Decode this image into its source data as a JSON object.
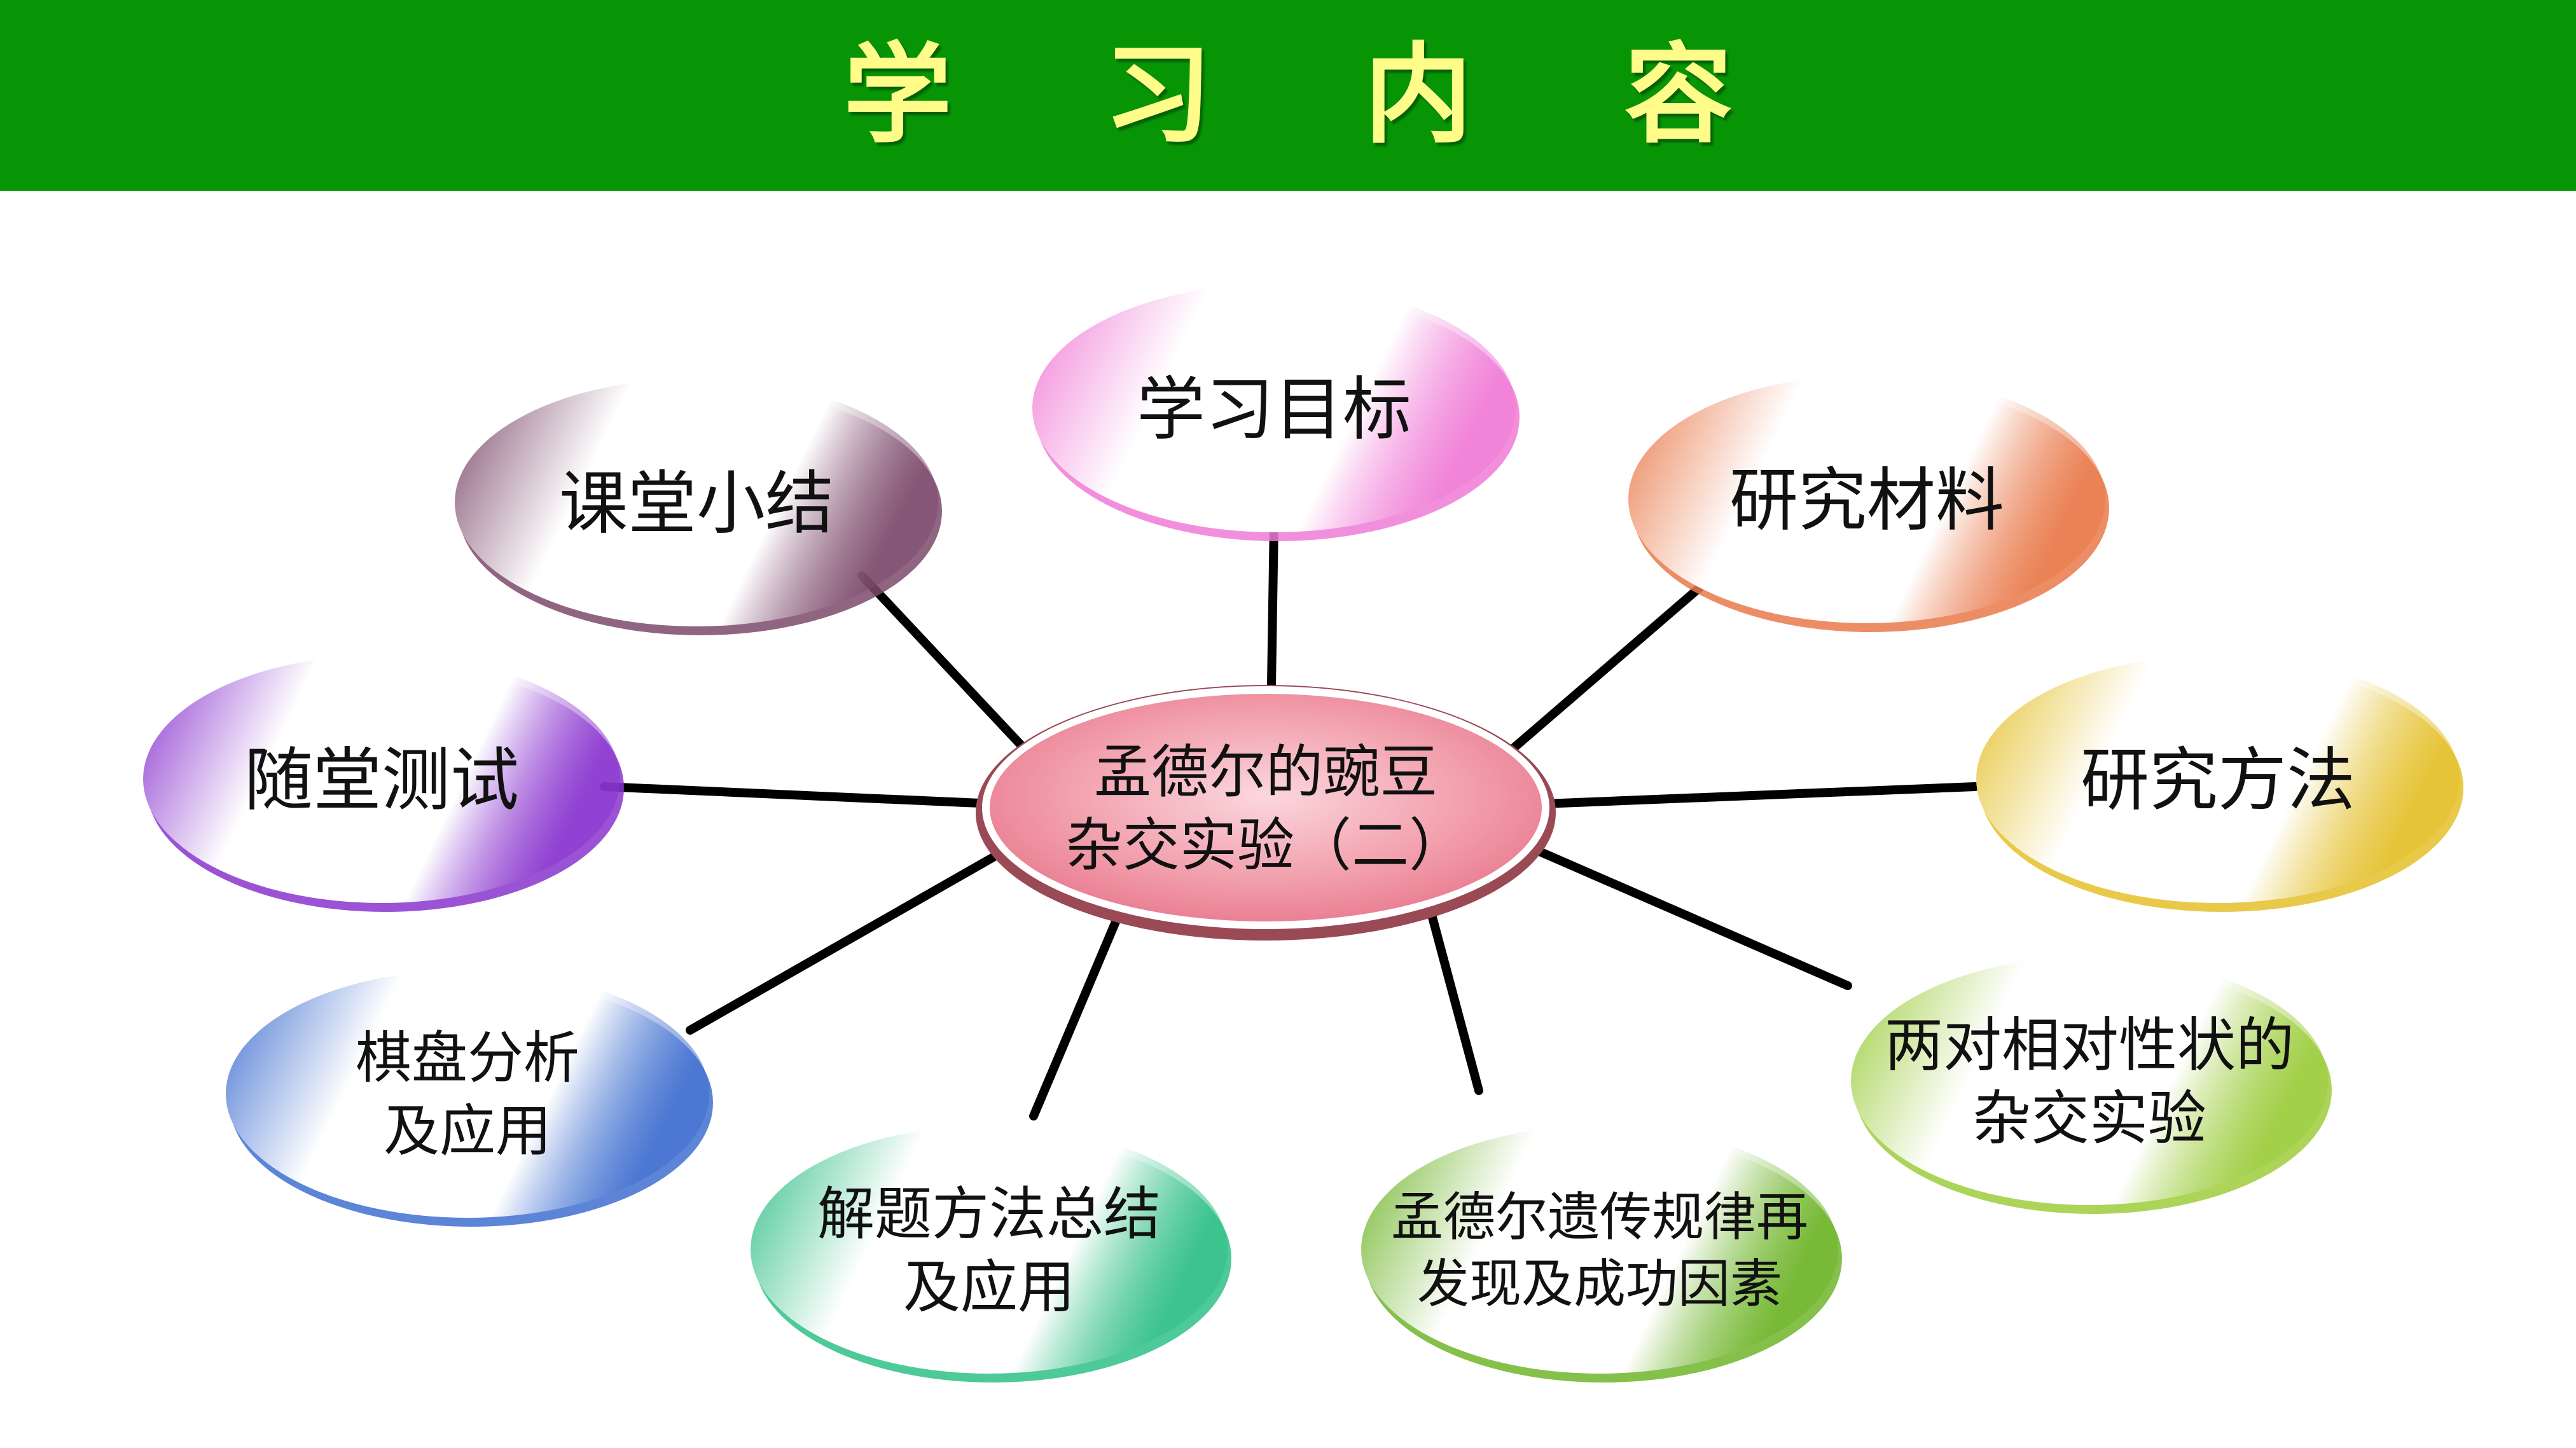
{
  "header": {
    "title": "学 习 内 容"
  },
  "center": {
    "lines": [
      "孟德尔的豌豆",
      "杂交实验（二）"
    ],
    "color": "#e8788e"
  },
  "nodes": [
    {
      "id": "goal",
      "lines": [
        "学习目标"
      ],
      "color": "#f07bd6"
    },
    {
      "id": "material",
      "lines": [
        "研究材料"
      ],
      "color": "#e9794a"
    },
    {
      "id": "method",
      "lines": [
        "研究方法"
      ],
      "color": "#e4c02a"
    },
    {
      "id": "twopair",
      "lines": [
        "两对相对性状的",
        "杂交实验"
      ],
      "color": "#9ccc3c"
    },
    {
      "id": "rediscover",
      "lines": [
        "孟德尔遗传规律再",
        "发现及成功因素"
      ],
      "color": "#6fb52a"
    },
    {
      "id": "solve",
      "lines": [
        "解题方法总结",
        "及应用"
      ],
      "color": "#2fbf86"
    },
    {
      "id": "checker",
      "lines": [
        "棋盘分析",
        "及应用"
      ],
      "color": "#3f6fd0"
    },
    {
      "id": "test",
      "lines": [
        "随堂测试"
      ],
      "color": "#8a35cf"
    },
    {
      "id": "summary",
      "lines": [
        "课堂小结"
      ],
      "color": "#7d4a6c"
    }
  ]
}
